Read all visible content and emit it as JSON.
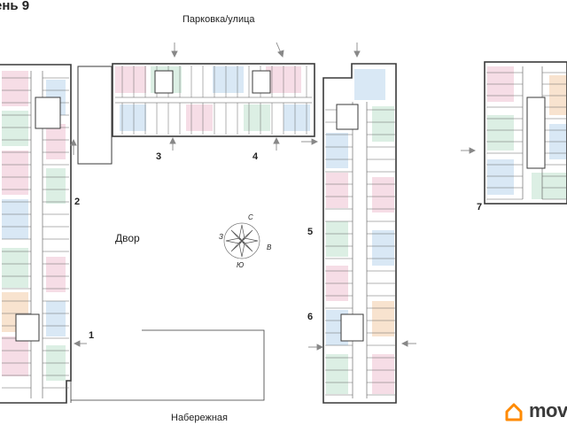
{
  "plan": {
    "title": "ень 9",
    "top_label": "Парковка/улица",
    "bottom_label": "Набережная",
    "yard_label": "Двор",
    "sections": [
      "1",
      "2",
      "3",
      "4",
      "5",
      "6",
      "7"
    ],
    "compass": {
      "north": "С",
      "east": "В",
      "south": "Ю",
      "west": "З"
    },
    "logo_text": "mov"
  },
  "colors": {
    "wall": "#3a3a3a",
    "room_blue": "#d9e8f5",
    "room_pink": "#f6dde6",
    "room_green": "#dcefe4",
    "room_peach": "#f8e3cf",
    "arrow": "#888888",
    "logo_orange": "#ff8a00"
  },
  "icons": [
    "compass-rose-icon",
    "entrance-arrow-icon",
    "movil-logo-icon"
  ]
}
